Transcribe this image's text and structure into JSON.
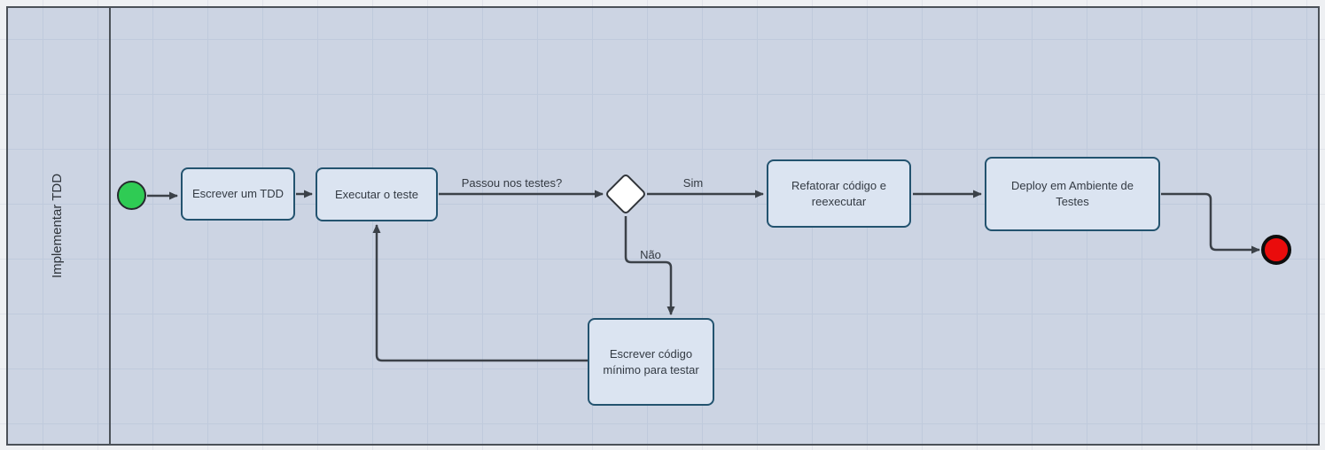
{
  "diagram": {
    "type": "bpmn-flowchart",
    "lane": {
      "title": "Implementar TDD"
    },
    "nodes": {
      "start": {
        "type": "start-event"
      },
      "task1": {
        "label": "Escrever um TDD"
      },
      "task2": {
        "label": "Executar o teste"
      },
      "gateway": {
        "type": "decision-gateway"
      },
      "task3": {
        "label": "Refatorar código e reexecutar"
      },
      "task4": {
        "label": "Deploy em Ambiente de Testes"
      },
      "task5": {
        "label": "Escrever código mínimo para testar"
      },
      "end": {
        "type": "end-event"
      }
    },
    "edges": {
      "question": {
        "label": "Passou nos testes?"
      },
      "yes": {
        "label": "Sim"
      },
      "no": {
        "label": "Não"
      }
    },
    "colors": {
      "canvas_bg": "#eef0f3",
      "pool_fill": "#ccd4e3",
      "grid_line": "#bfcadc",
      "pool_border": "#4b5158",
      "task_fill": "#dbe4f1",
      "task_border": "#23536f",
      "gateway_fill": "#ffffff",
      "start_fill": "#2fcb54",
      "end_fill": "#ea0c0c",
      "edge_color": "#3b4148",
      "text": "#333a43"
    }
  }
}
